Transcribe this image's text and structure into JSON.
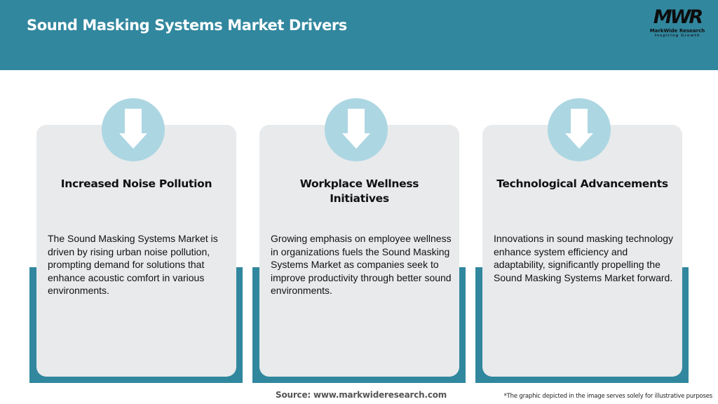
{
  "header": {
    "title": "Sound Masking Systems Market Drivers",
    "background_color": "#31879e"
  },
  "logo": {
    "mark": "MWR",
    "name": "MarkWide Research",
    "tagline": "Inspiring Growth"
  },
  "colors": {
    "accent": "#31879e",
    "card_background": "#e8eaec",
    "circle": "#acd6e2",
    "arrow": "#ffffff"
  },
  "cards": [
    {
      "icon": "arrow-down-icon",
      "title": "Increased Noise Pollution",
      "body": "The Sound Masking Systems Market is driven by rising urban noise pollution, prompting demand for solutions that enhance acoustic comfort in various environments."
    },
    {
      "icon": "arrow-down-icon",
      "title": "Workplace Wellness Initiatives",
      "body": "Growing emphasis on employee wellness in organizations fuels the Sound Masking Systems Market as companies seek to improve productivity through better sound environments."
    },
    {
      "icon": "arrow-down-icon",
      "title": "Technological Advancements",
      "body": "Innovations in sound masking technology enhance system efficiency and adaptability, significantly propelling the Sound Masking Systems Market forward."
    }
  ],
  "footer": {
    "source": "Source: www.markwideresearch.com",
    "disclaimer": "*The graphic depicted in the image serves solely for illustrative purposes"
  }
}
